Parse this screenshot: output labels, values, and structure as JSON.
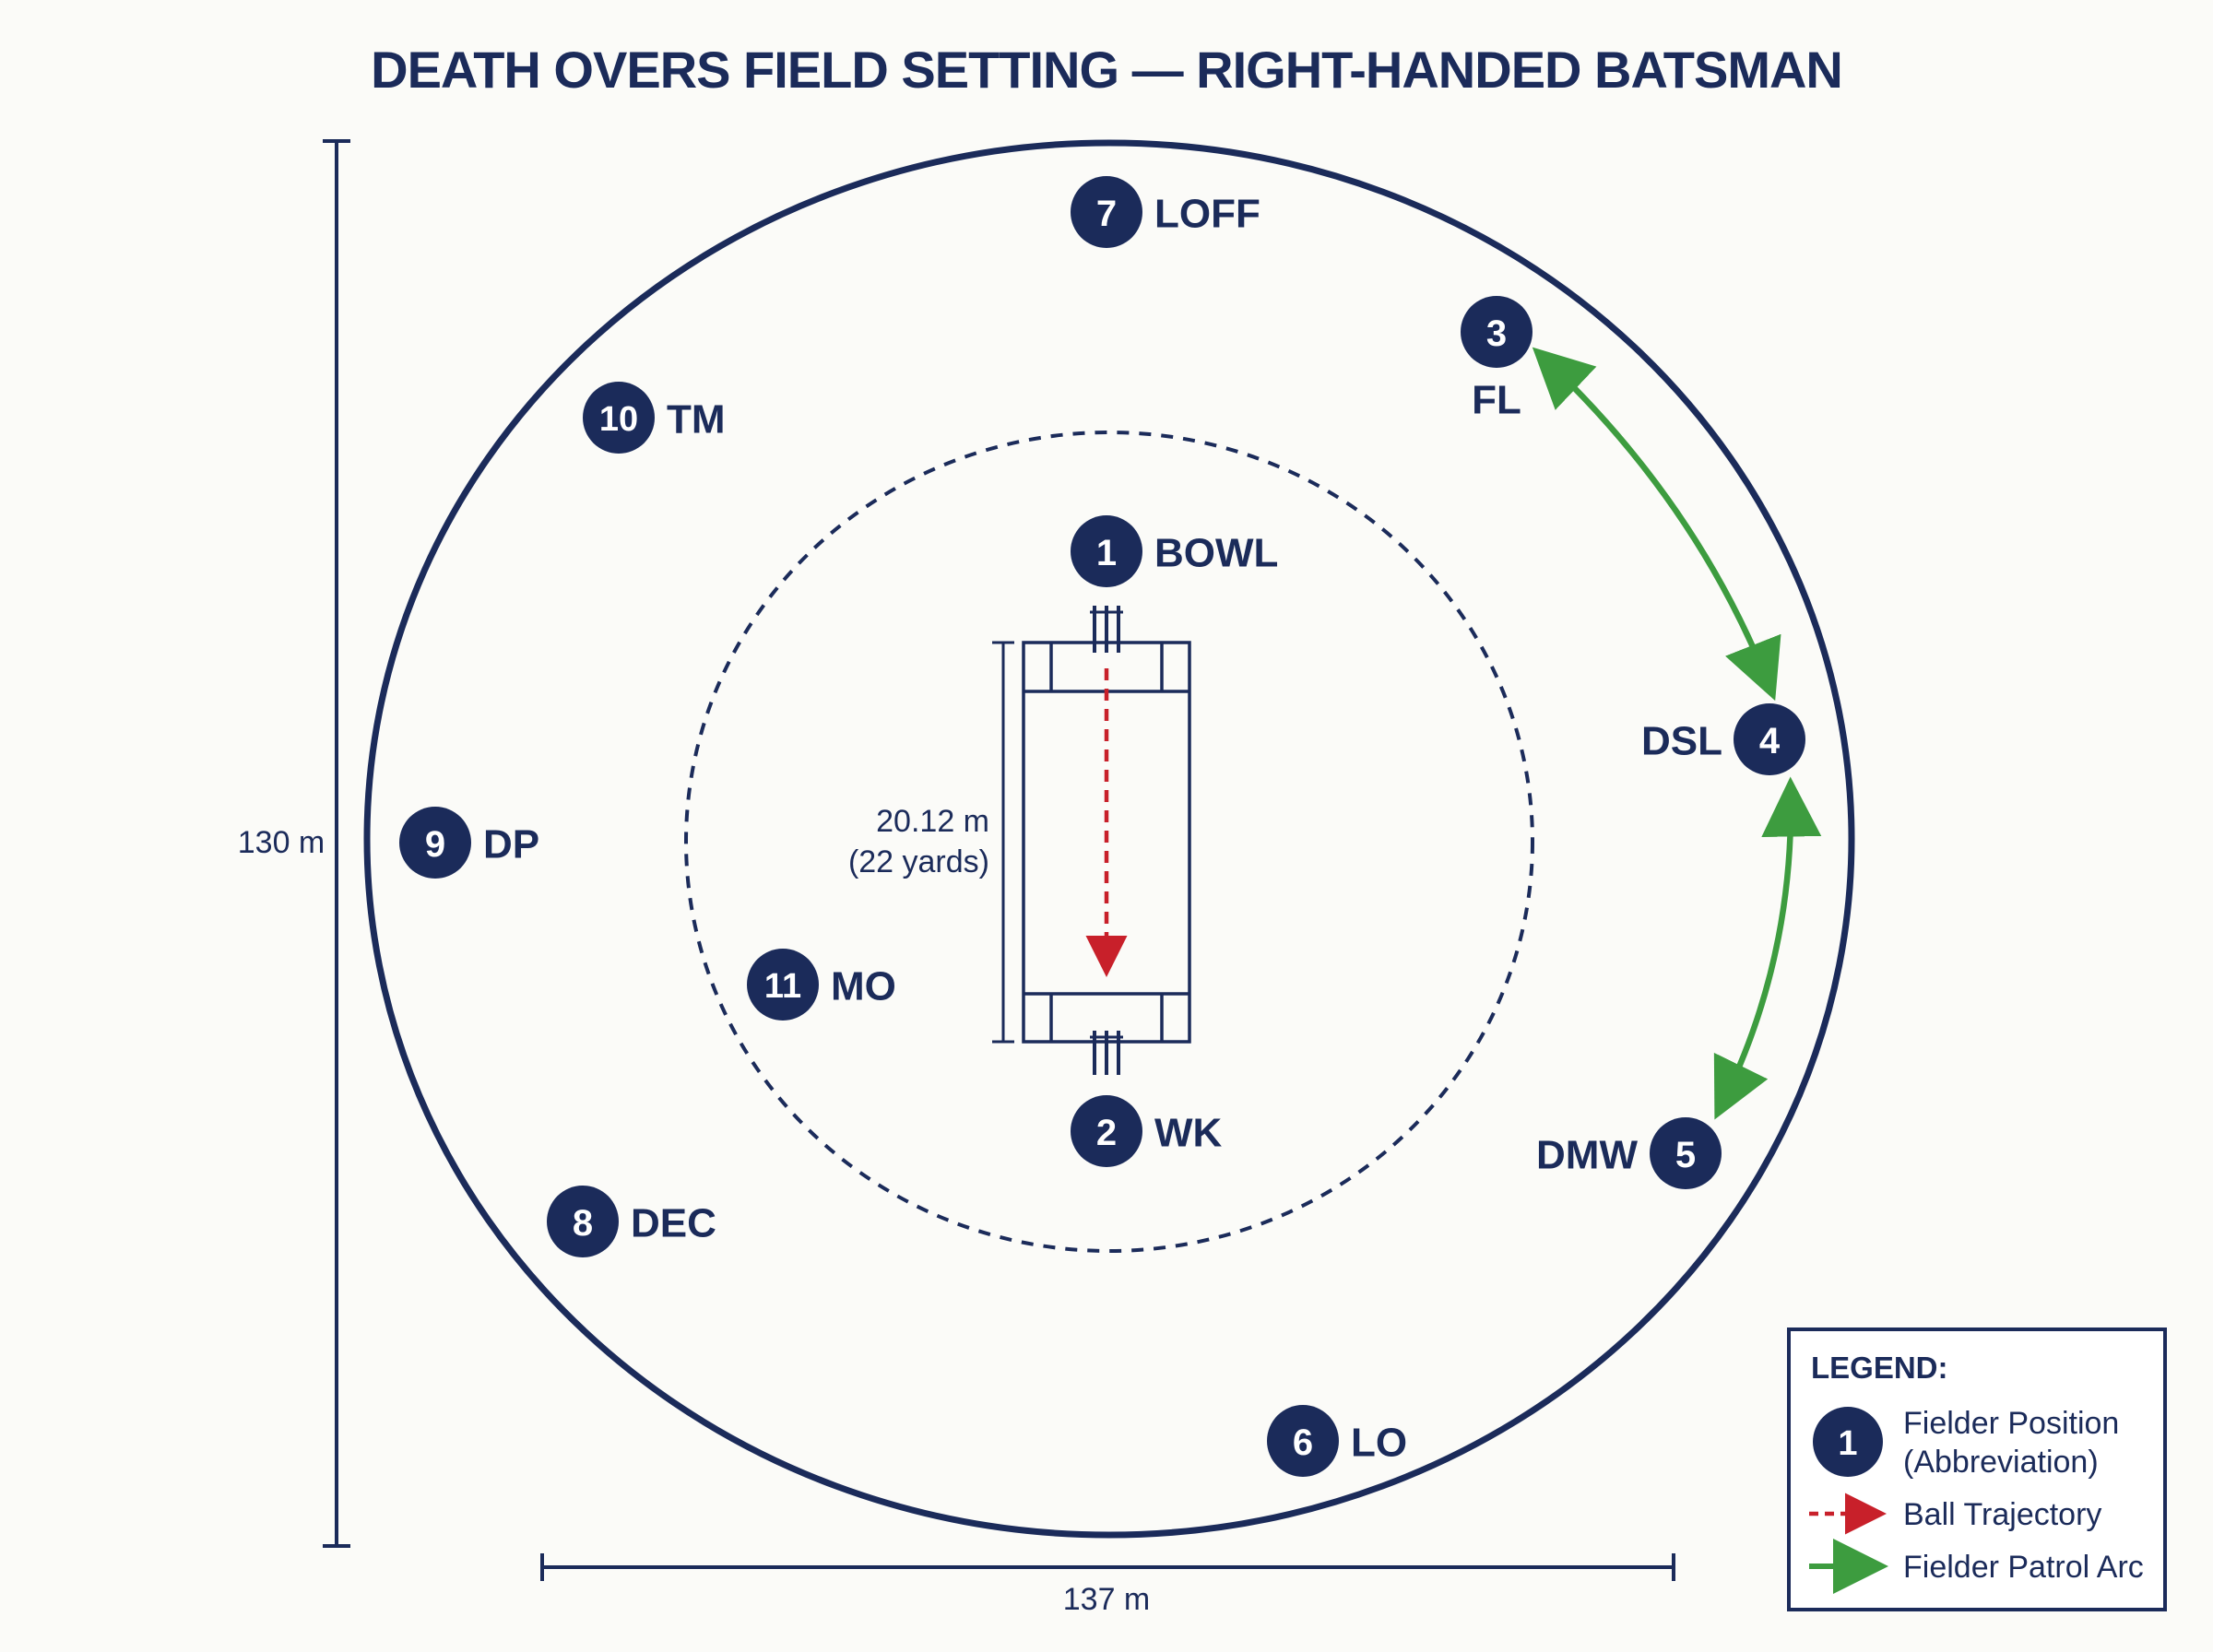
{
  "title": "DEATH OVERS FIELD SETTING — RIGHT-HANDED BATSMAN",
  "colors": {
    "navy": "#1b2b5a",
    "ball": "#c8202a",
    "patrol": "#3d9c3f",
    "background": "#fbfbf8"
  },
  "dimensions": {
    "height_label": "130 m",
    "width_label": "137 m",
    "pitch_length": "20.12 m",
    "pitch_yards": "(22 yards)"
  },
  "fielders": [
    {
      "number": "1",
      "abbr": "BOWL"
    },
    {
      "number": "2",
      "abbr": "WK"
    },
    {
      "number": "3",
      "abbr": "FL"
    },
    {
      "number": "4",
      "abbr": "DSL"
    },
    {
      "number": "5",
      "abbr": "DMW"
    },
    {
      "number": "6",
      "abbr": "LO"
    },
    {
      "number": "7",
      "abbr": "LOFF"
    },
    {
      "number": "8",
      "abbr": "DEC"
    },
    {
      "number": "9",
      "abbr": "DP"
    },
    {
      "number": "10",
      "abbr": "TM"
    },
    {
      "number": "11",
      "abbr": "MO"
    }
  ],
  "legend": {
    "title": "LEGEND:",
    "sample_number": "1",
    "fielder_position_line1": "Fielder Position",
    "fielder_position_line2": "(Abbreviation)",
    "ball_trajectory": "Ball Trajectory",
    "patrol_arc": "Fielder Patrol Arc"
  }
}
